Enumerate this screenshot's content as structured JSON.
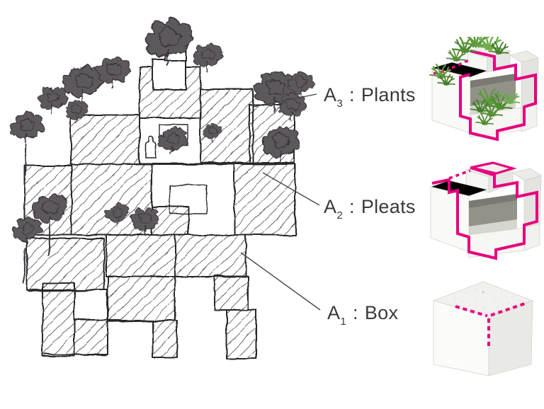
{
  "figure": {
    "kind": "architecture concept diagram",
    "background": "#ffffff",
    "sketch": {
      "depicts": "hand-drawn elevation sketch of stacked hatched boxes with trees on top"
    }
  },
  "colors": {
    "accent_magenta": "#E6007E",
    "sketch_ink": "#2a272c",
    "tree_fill": "#5d585c",
    "label_text": "#3a3a3a",
    "plant_green": "#5f9b3c",
    "cavity_gray": "#92928a"
  },
  "annotations": [
    {
      "id": "A3",
      "letter": "A",
      "subscript": "3",
      "separator": ":",
      "name": "Plants"
    },
    {
      "id": "A2",
      "letter": "A",
      "subscript": "2",
      "separator": ":",
      "name": "Pleats"
    },
    {
      "id": "A1",
      "letter": "A",
      "subscript": "1",
      "separator": ":",
      "name": "Box"
    }
  ],
  "models": [
    {
      "name": "photo-model-plants",
      "caption_ref": "A3",
      "depicts": "white foam cube with green plants and magenta pleat outline"
    },
    {
      "name": "photo-model-pleats",
      "caption_ref": "A2",
      "depicts": "white foam cube with pleated cutouts traced by magenta outline"
    },
    {
      "name": "photo-model-box",
      "caption_ref": "A1",
      "depicts": "plain white foam cube with magenta dashed corner edges"
    }
  ]
}
